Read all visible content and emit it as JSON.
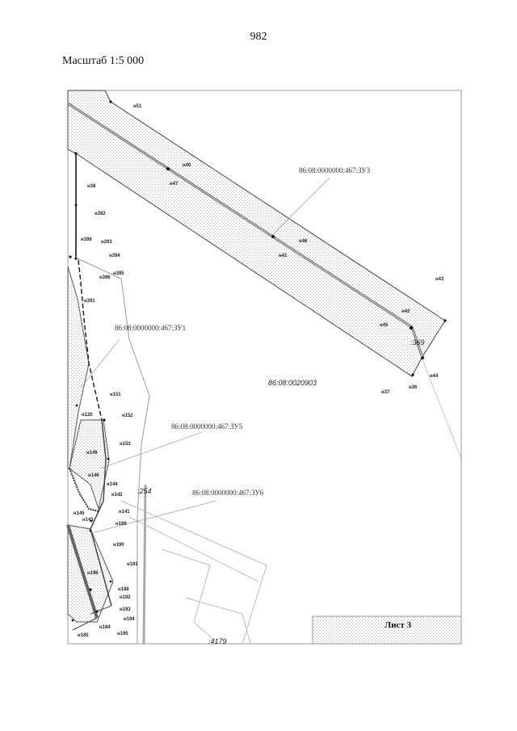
{
  "page_number": "982",
  "scale": "Масштаб 1:5 000",
  "sheet": "Лист 3",
  "parcels": {
    "zu3": "86:08:0000000:467:ЗУ3",
    "zu1": "86:08:0000000:467:ЗУ1",
    "zu5": "86:08:0000000:467:ЗУ5",
    "zu6": "86:08:0000000:467:ЗУ6",
    "quarter": "86:08:0020903",
    "n254": ":254",
    "n369": ":369",
    "n4179": ":4179"
  },
  "points": [
    "н51",
    "н40",
    "н47",
    "н38",
    "н392",
    "н399",
    "н393",
    "н394",
    "н396",
    "н395",
    "н391",
    "н46",
    "н41",
    "н43",
    "н42",
    "н45",
    "н44",
    "н36",
    "н37",
    "н151",
    "н120",
    "н152",
    "н153",
    "н149",
    "н146",
    "н144",
    "н142",
    "н141",
    "н145",
    "н143",
    "н189",
    "н190",
    "н191",
    "н196",
    "н188",
    "н192",
    "н193",
    "н194",
    "н184",
    "н195",
    "н185"
  ]
}
